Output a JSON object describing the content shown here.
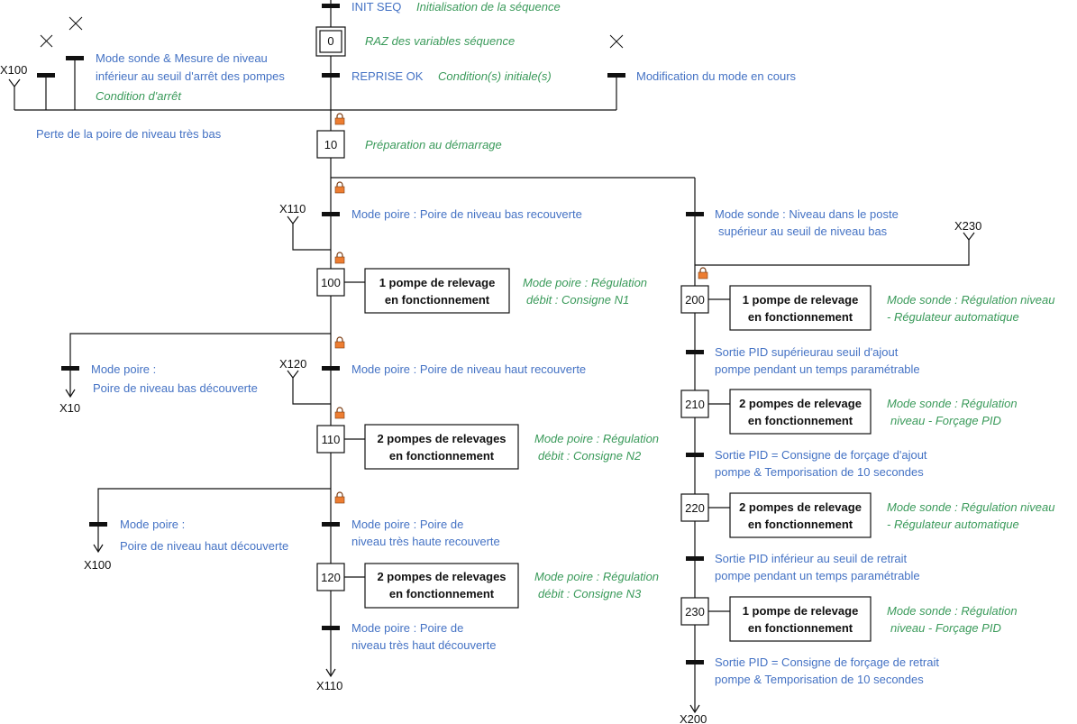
{
  "init": {
    "label": "INIT SEQ",
    "comment": "Initialisation de la séquence"
  },
  "step0": {
    "num": "0",
    "comment": "RAZ des variables séquence"
  },
  "reprise": {
    "label": "REPRISE OK",
    "comment": "Condition(s) initiale(s)"
  },
  "stop": {
    "cond_line1": "Mode sonde & Mesure de niveau",
    "cond_line2": "inférieur au seuil d'arrêt des pompes",
    "cond_comment": "Condition d'arrêt",
    "x100": "X100",
    "perte": "Perte de la poire de niveau très bas",
    "modif": "Modification du mode en cours"
  },
  "step10": {
    "num": "10",
    "comment": "Préparation au démarrage"
  },
  "left": {
    "t_bas": "Mode poire : Poire de niveau bas recouverte",
    "x110_top": "X110",
    "s100": {
      "num": "100",
      "action1": "1 pompe de relevage",
      "action2": "en fonctionnement",
      "c1": "Mode poire : Régulation",
      "c2": "débit : Consigne N1"
    },
    "t_bas_dec1": "Mode poire :",
    "t_bas_dec2": "Poire de niveau bas découverte",
    "x10": "X10",
    "x120_top": "X120",
    "t_haut": "Mode poire : Poire de niveau haut recouverte",
    "s110": {
      "num": "110",
      "action1": "2 pompes de relevages",
      "action2": "en fonctionnement",
      "c1": "Mode poire : Régulation",
      "c2": "débit : Consigne N2"
    },
    "t_haut_dec1": "Mode poire :",
    "t_haut_dec2": "Poire de niveau haut découverte",
    "x100_bottom": "X100",
    "t_tres_haute1": "Mode poire : Poire de",
    "t_tres_haute2": "niveau très haute recouverte",
    "s120": {
      "num": "120",
      "action1": "2 pompes de relevages",
      "action2": "en fonctionnement",
      "c1": "Mode poire : Régulation",
      "c2": "débit : Consigne N3"
    },
    "t_tres_haut_dec1": "Mode poire : Poire de",
    "t_tres_haut_dec2": "niveau très haut découverte",
    "x110_bottom": "X110"
  },
  "right": {
    "t_sonde1": "Mode sonde : Niveau dans le poste",
    "t_sonde2": "supérieur au seuil de niveau bas",
    "x230_top": "X230",
    "s200": {
      "num": "200",
      "action1": "1 pompe de relevage",
      "action2": "en fonctionnement",
      "c1": "Mode sonde : Régulation niveau",
      "c2": "- Régulateur automatique"
    },
    "t_200_1": "Sortie PID supérieurau seuil d'ajout",
    "t_200_2": "pompe pendant un temps paramétrable",
    "s210": {
      "num": "210",
      "action1": "2 pompes de relevage",
      "action2": "en fonctionnement",
      "c1": "Mode sonde : Régulation",
      "c2": "niveau - Forçage PID"
    },
    "t_210_1": "Sortie PID = Consigne de forçage d'ajout",
    "t_210_2": "pompe & Temporisation de 10 secondes",
    "s220": {
      "num": "220",
      "action1": "2 pompes de relevage",
      "action2": "en fonctionnement",
      "c1": "Mode sonde : Régulation niveau",
      "c2": "- Régulateur automatique"
    },
    "t_220_1": "Sortie PID inférieur au seuil de retrait",
    "t_220_2": "pompe pendant un temps paramétrable",
    "s230": {
      "num": "230",
      "action1": "1 pompe de relevage",
      "action2": "en fonctionnement",
      "c1": "Mode sonde : Régulation",
      "c2": "niveau - Forçage PID"
    },
    "t_230_1": "Sortie PID = Consigne de forçage de retrait",
    "t_230_2": "pompe & Temporisation de 10 secondes",
    "x200_bottom": "X200"
  },
  "colors": {
    "condition": "#4472c4",
    "comment": "#3a9a5a",
    "lock": "#ed7d31"
  },
  "icons": [
    "lock-icon",
    "close-icon"
  ]
}
